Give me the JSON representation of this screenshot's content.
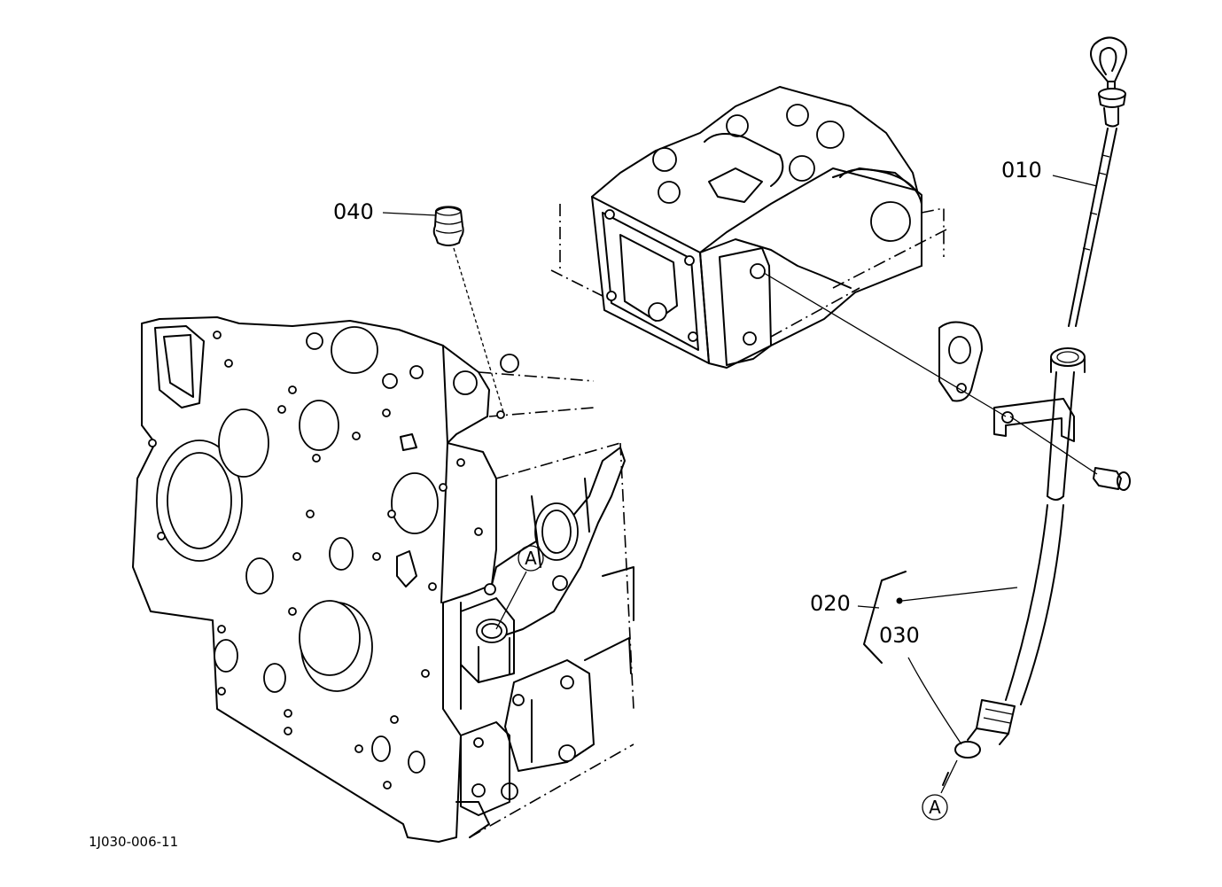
{
  "labels": {
    "dipstick": "010",
    "guide": "020",
    "o_ring": "030",
    "plug": "040",
    "ref_a_top": "A",
    "ref_a_bottom": "A"
  },
  "drawing_code": "1J030-006-11",
  "colors": {
    "line": "#000000",
    "background": "#ffffff"
  }
}
